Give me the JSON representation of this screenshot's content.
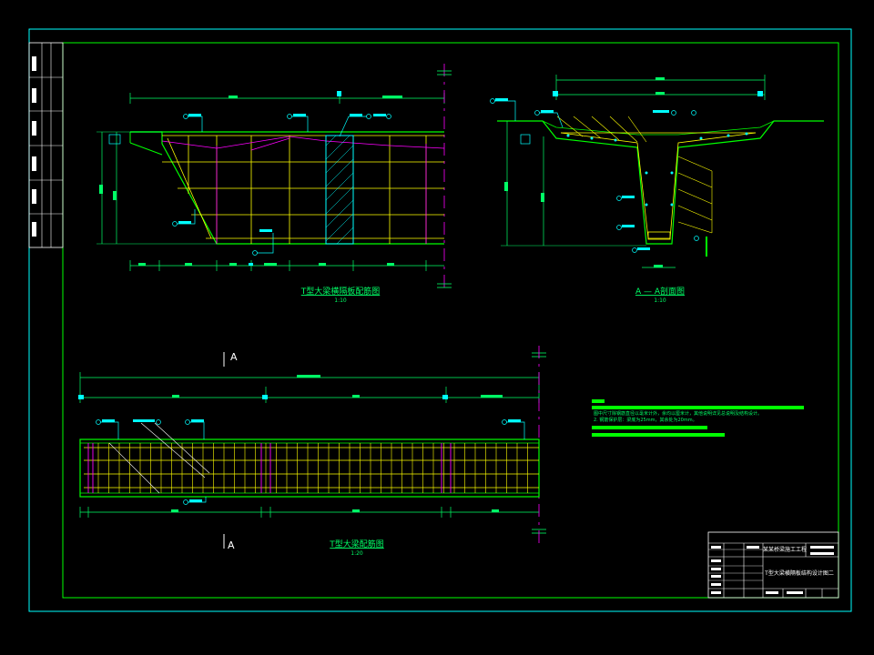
{
  "views": {
    "elevation_title": "T型大梁横隔板配筋图",
    "elevation_scale": "1:10",
    "section_title": "A — A剖面图",
    "section_scale": "1:10",
    "plan_title": "T型大梁配筋图",
    "plan_scale": "1:20",
    "section_mark_top": "A",
    "section_mark_bottom": "A"
  },
  "notes": {
    "line1": "图中尺寸除钢筋直径以毫米计外，余均以厘米计，其他说明详见总说明及结构设计。",
    "line2": "2. 钢筋保护层：梁底为25mm，其余处为20mm。"
  },
  "title_block": {
    "project": "某某桥梁施工工程",
    "drawing": "T型大梁横隔板结构设计图二"
  },
  "colors": {
    "frame": "#00ffff",
    "beam": "#00ff00",
    "rebar": "#ffff00",
    "stirrup": "#ff00ff",
    "dimension": "#00ff66",
    "text": "#ffffff"
  }
}
